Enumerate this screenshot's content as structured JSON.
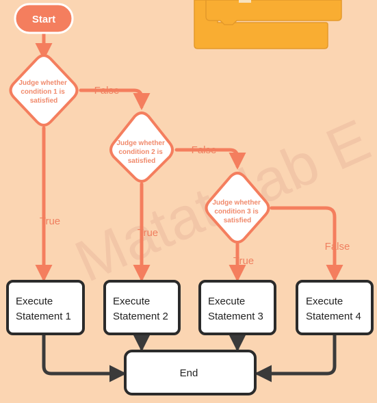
{
  "watermark": "Matatalab E",
  "colors": {
    "background": "#fbd5b2",
    "accent": "#f47e5e",
    "accent_text": "#ef7f5f",
    "statement_border": "#2b2b2b",
    "block_orange": "#f9ad32"
  },
  "start": {
    "label": "Start"
  },
  "conditions": [
    {
      "lines": [
        "Judge whether",
        "condition 1 is",
        "satisfied"
      ]
    },
    {
      "lines": [
        "Judge whether",
        "condition 2 is",
        "satisfied"
      ]
    },
    {
      "lines": [
        "Judge whether",
        "condition 3 is",
        "satisfied"
      ]
    }
  ],
  "edge_labels": {
    "false_1": "False",
    "false_2": "False",
    "false_3": "False",
    "true_1": "True",
    "true_2": "True",
    "true_3": "True"
  },
  "statements": [
    {
      "lines": [
        "Execute",
        "Statement 1"
      ]
    },
    {
      "lines": [
        "Execute",
        "Statement 2"
      ]
    },
    {
      "lines": [
        "Execute",
        "Statement 3"
      ]
    },
    {
      "lines": [
        "Execute",
        "Statement 4"
      ]
    }
  ],
  "end": {
    "label": "End"
  }
}
